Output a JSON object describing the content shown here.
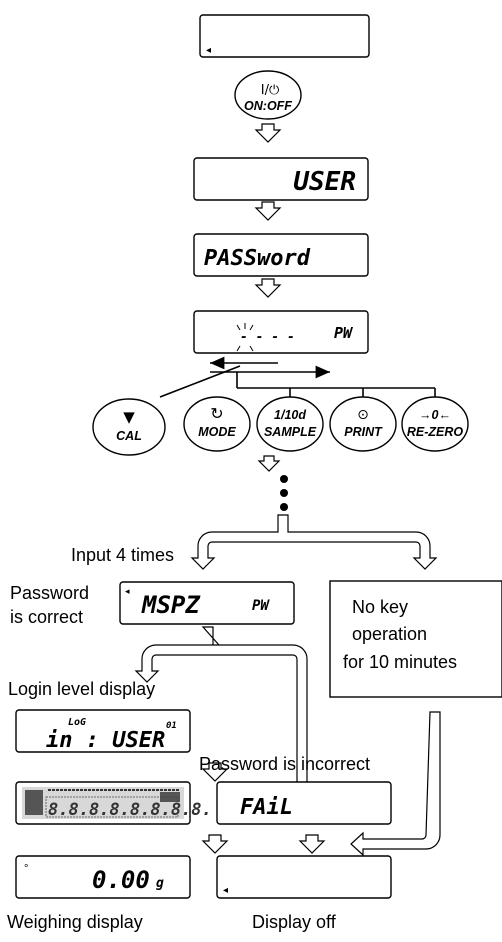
{
  "displays": {
    "off_top": {
      "text": "",
      "indicator": "◂"
    },
    "user": {
      "text": "USER"
    },
    "password": {
      "text": "PASSword"
    },
    "pw_entry": {
      "digits": "- - - -",
      "suffix": "PW"
    },
    "correct": {
      "text": "MSPZ",
      "suffix": "PW",
      "indicator": "◂"
    },
    "login": {
      "top": "LoG",
      "main": "in : USER",
      "suffix": "01"
    },
    "all_segments": {
      "text": "8.8.8.8.8.8.8.8."
    },
    "weighing": {
      "value": "0.00",
      "unit": "g",
      "indicator": "°"
    },
    "fail": {
      "text": "FAiL"
    },
    "off_bottom": {
      "text": "",
      "indicator": "◂"
    }
  },
  "keys": {
    "on_off": {
      "symbol": "I/⏻",
      "label": "ON:OFF"
    },
    "cal": {
      "symbol": "▼",
      "label": "CAL"
    },
    "mode": {
      "symbol": "↻",
      "label": "MODE"
    },
    "sample": {
      "symbol": "1/10d",
      "label": "SAMPLE"
    },
    "print": {
      "symbol": "⊙",
      "label": "PRINT"
    },
    "rezero": {
      "symbol": "→0←",
      "label": "RE-ZERO"
    }
  },
  "labels": {
    "input_times": "Input 4 times",
    "password_correct_1": "Password",
    "password_correct_2": "is correct",
    "no_key_1": "No key",
    "no_key_2": "operation",
    "no_key_3": "for 10 minutes",
    "login_level": "Login level display",
    "password_incorrect": "Password is incorrect",
    "weighing_display": "Weighing display",
    "display_off": "Display off"
  }
}
